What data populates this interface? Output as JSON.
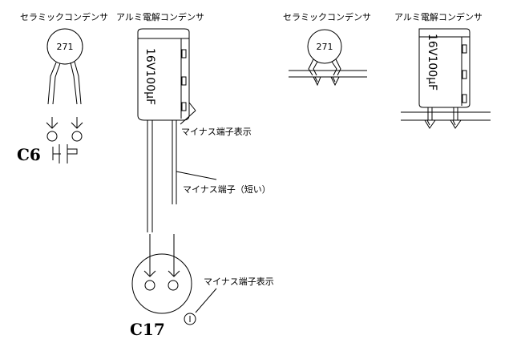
{
  "labels": {
    "ceramic_left": "セラミックコンデンサ",
    "electrolytic_left": "アルミ電解コンデンサ",
    "ceramic_right": "セラミックコンデンサ",
    "electrolytic_right": "アルミ電解コンデンサ",
    "minus_terminal_1": "マイナス端子表示",
    "minus_terminal_short": "マイナス端子（短い）",
    "minus_terminal_2": "マイナス端子表示"
  },
  "parts": {
    "ceramic_code_left": "271",
    "ceramic_code_right": "271",
    "electrolytic_marking_left": "16V100μF",
    "electrolytic_marking_right": "16V100μF",
    "ref_c6": "C6",
    "ref_c17": "C17"
  }
}
